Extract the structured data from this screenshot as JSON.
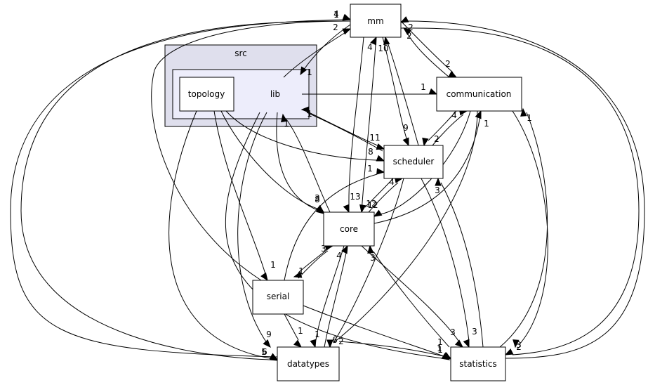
{
  "clusters": {
    "src": {
      "label": "src",
      "fill": "#dfdfed",
      "stroke": "#000000"
    },
    "lib_inner": {
      "fill": "#ededfb",
      "stroke": "#000000"
    }
  },
  "nodes": {
    "mm": "mm",
    "lib": "lib",
    "topology": "topology",
    "communication": "communication",
    "scheduler": "scheduler",
    "core": "core",
    "serial": "serial",
    "datatypes": "datatypes",
    "statistics": "statistics"
  },
  "edges": [
    {
      "from": "lib",
      "to": "mm",
      "label": "2"
    },
    {
      "from": "mm",
      "to": "lib",
      "label": "1"
    },
    {
      "from": "lib",
      "to": "communication",
      "label": "1"
    },
    {
      "from": "lib",
      "to": "scheduler",
      "label": "11"
    },
    {
      "from": "scheduler",
      "to": "lib",
      "label": "1"
    },
    {
      "from": "lib",
      "to": "core",
      "label": "8"
    },
    {
      "from": "core",
      "to": "lib",
      "label": "1"
    },
    {
      "from": "lib",
      "to": "datatypes",
      "label": "9"
    },
    {
      "from": "lib",
      "to": "statistics",
      "label": "1"
    },
    {
      "from": "topology",
      "to": "scheduler",
      "label": "8"
    },
    {
      "from": "topology",
      "to": "core",
      "label": "3"
    },
    {
      "from": "topology",
      "to": "serial",
      "label": "1"
    },
    {
      "from": "topology",
      "to": "datatypes",
      "label": "6"
    },
    {
      "from": "communication",
      "to": "mm",
      "label": "2"
    },
    {
      "from": "mm",
      "to": "communication",
      "label": "2"
    },
    {
      "from": "communication",
      "to": "scheduler",
      "label": "2"
    },
    {
      "from": "scheduler",
      "to": "communication",
      "label": "4"
    },
    {
      "from": "communication",
      "to": "core",
      "label": "12"
    },
    {
      "from": "core",
      "to": "communication",
      "label": "1"
    },
    {
      "from": "communication",
      "to": "datatypes",
      "label": "6"
    },
    {
      "from": "communication",
      "to": "statistics",
      "label": "3"
    },
    {
      "from": "statistics",
      "to": "communication",
      "label": "1"
    },
    {
      "from": "mm",
      "to": "scheduler",
      "label": "9"
    },
    {
      "from": "scheduler",
      "to": "mm",
      "label": "10"
    },
    {
      "from": "mm",
      "to": "core",
      "label": "13"
    },
    {
      "from": "core",
      "to": "mm",
      "label": "4"
    },
    {
      "from": "mm",
      "to": "datatypes",
      "label": "5"
    },
    {
      "from": "datatypes",
      "to": "mm",
      "label": "4"
    },
    {
      "from": "mm",
      "to": "statistics",
      "label": "2"
    },
    {
      "from": "statistics",
      "to": "mm",
      "label": "2"
    },
    {
      "from": "serial",
      "to": "mm",
      "label": "1"
    },
    {
      "from": "scheduler",
      "to": "core",
      "label": "12"
    },
    {
      "from": "core",
      "to": "scheduler",
      "label": "4"
    },
    {
      "from": "scheduler",
      "to": "datatypes",
      "label": "2"
    },
    {
      "from": "scheduler",
      "to": "statistics",
      "label": "3"
    },
    {
      "from": "statistics",
      "to": "scheduler",
      "label": "3"
    },
    {
      "from": "serial",
      "to": "scheduler",
      "label": "1"
    },
    {
      "from": "core",
      "to": "serial",
      "label": "1"
    },
    {
      "from": "serial",
      "to": "core",
      "label": "3"
    },
    {
      "from": "core",
      "to": "datatypes",
      "label": "1"
    },
    {
      "from": "datatypes",
      "to": "core",
      "label": "4"
    },
    {
      "from": "core",
      "to": "statistics",
      "label": "3"
    },
    {
      "from": "statistics",
      "to": "core",
      "label": "3"
    },
    {
      "from": "serial",
      "to": "datatypes",
      "label": "1"
    },
    {
      "from": "serial",
      "to": "statistics",
      "label": "1"
    },
    {
      "from": "datatypes",
      "to": "statistics",
      "label": "1"
    }
  ]
}
